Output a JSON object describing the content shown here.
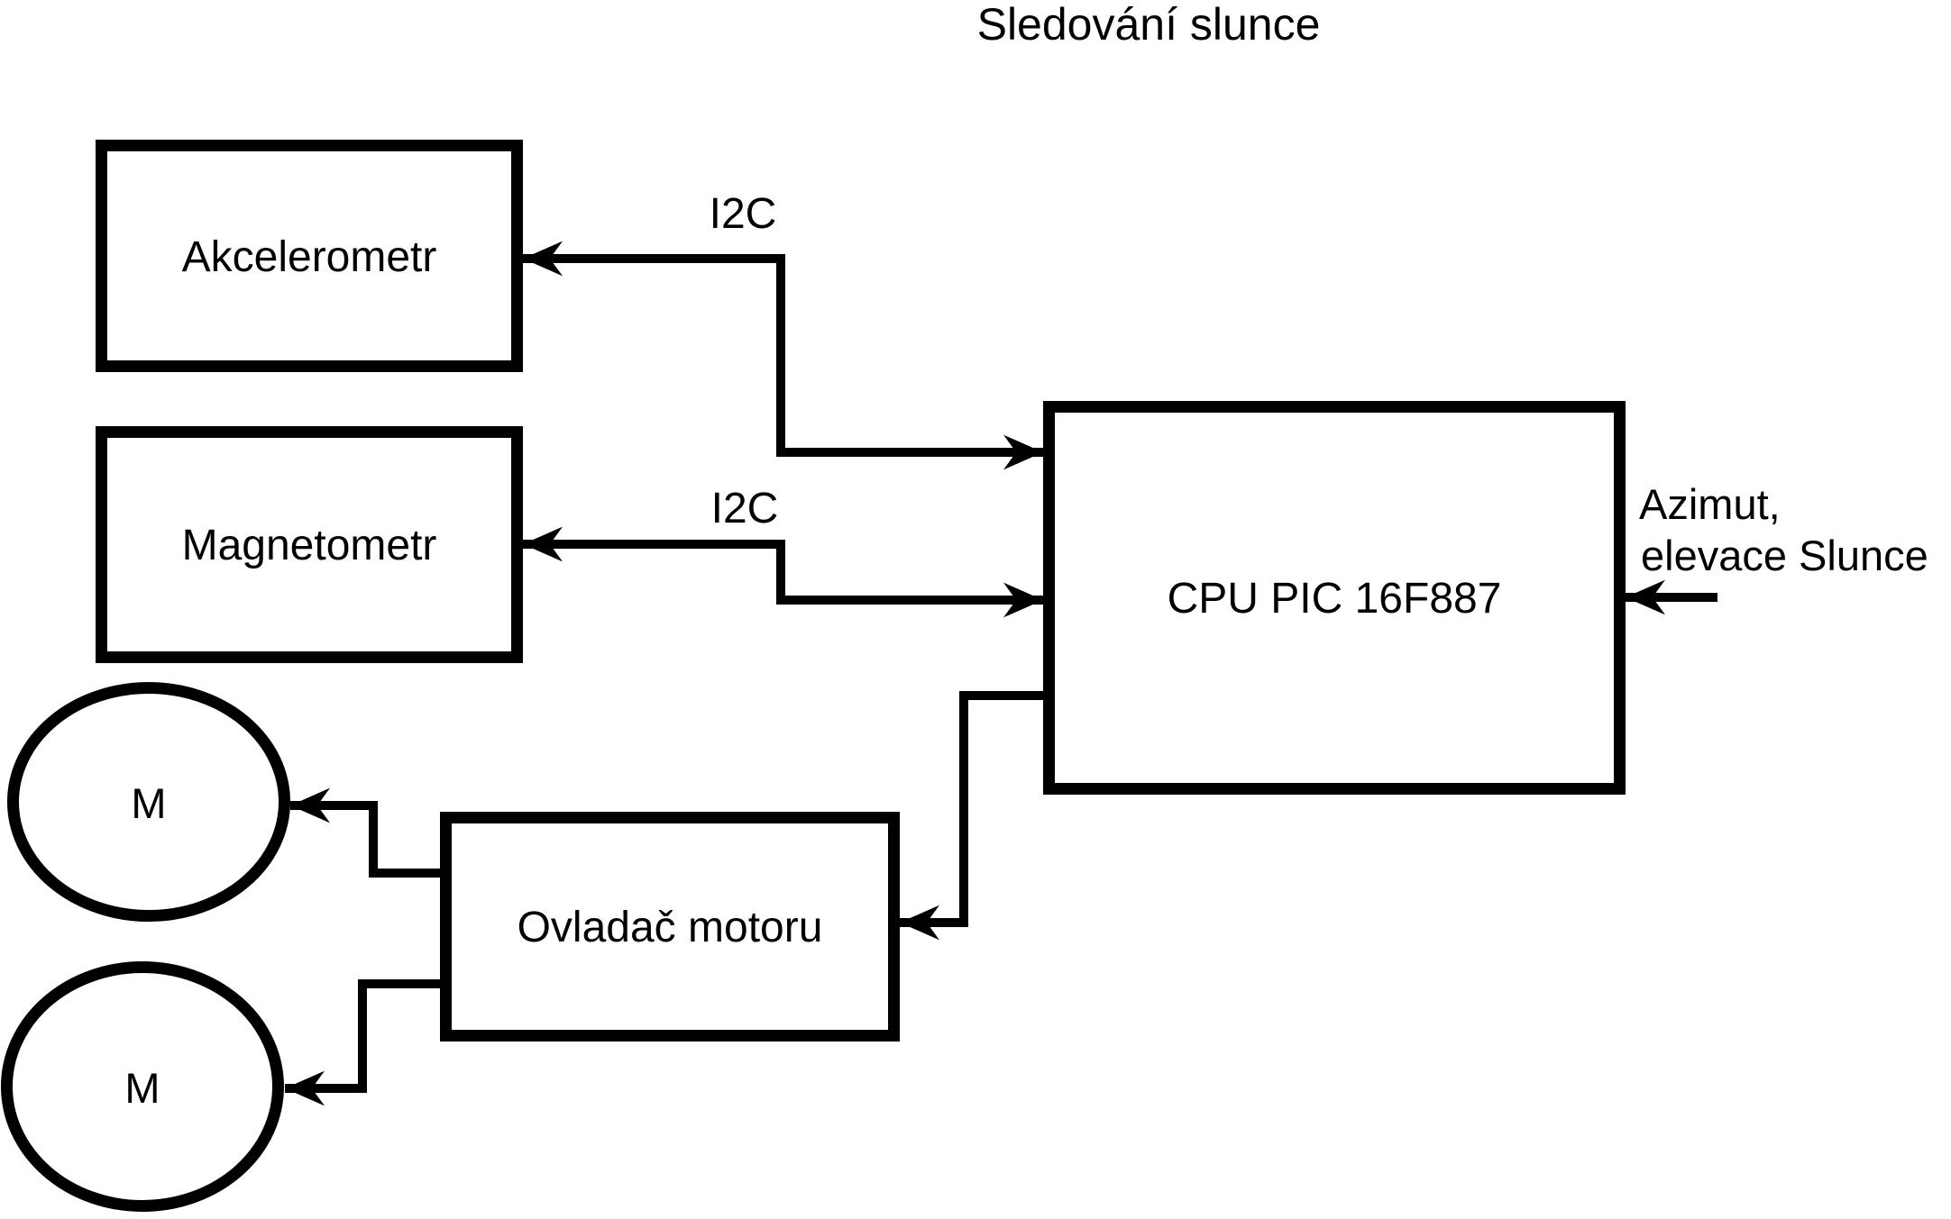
{
  "title": "Sledování slunce",
  "nodes": {
    "akcelerometr": "Akcelerometr",
    "magnetometr": "Magnetometr",
    "cpu": "CPU PIC 16F887",
    "ovladac_motoru": "Ovladač motoru",
    "motor_1": "M",
    "motor_2": "M"
  },
  "edge_labels": {
    "i2c_akcelerometr": "I2C",
    "i2c_magnetometr": "I2C"
  },
  "input_annotation": {
    "line1": "Azimut,",
    "line2": "elevace Slunce"
  },
  "colors": {
    "ink": "#000000",
    "background": "#ffffff"
  }
}
